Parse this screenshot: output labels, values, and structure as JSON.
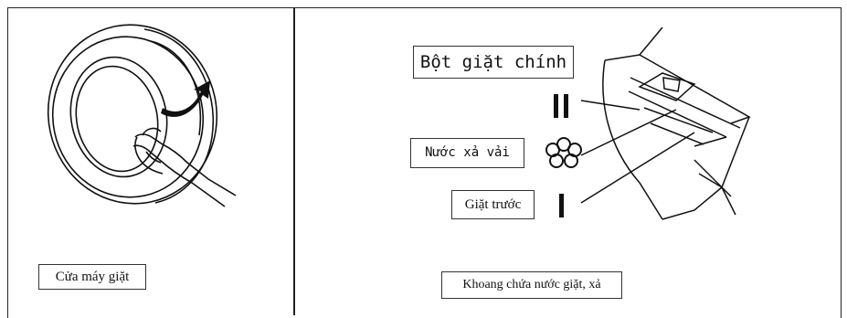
{
  "labels": {
    "door": "Cửa máy giặt",
    "main_detergent": "Bột giặt chính",
    "softener": "Nước xả vải",
    "prewash": "Giặt trước",
    "compartment": "Khoang chứa nước giặt, xả"
  },
  "symbols": {
    "main_detergent": "II",
    "prewash": "I",
    "softener": "flower-icon"
  }
}
